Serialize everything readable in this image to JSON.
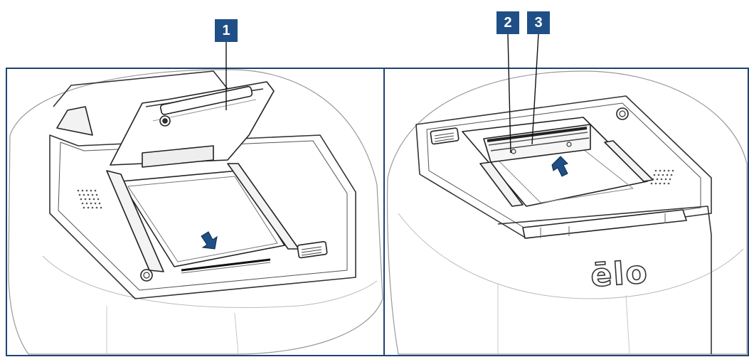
{
  "colors": {
    "frame": "#1d4372",
    "callout_bg": "#1f4f86",
    "line": "#222222",
    "light_line": "#9a9a9a",
    "arrow": "#1f4f86"
  },
  "callouts": [
    {
      "label": "1"
    },
    {
      "label": "2"
    },
    {
      "label": "3"
    }
  ],
  "device": {
    "logo": "ēlo"
  }
}
